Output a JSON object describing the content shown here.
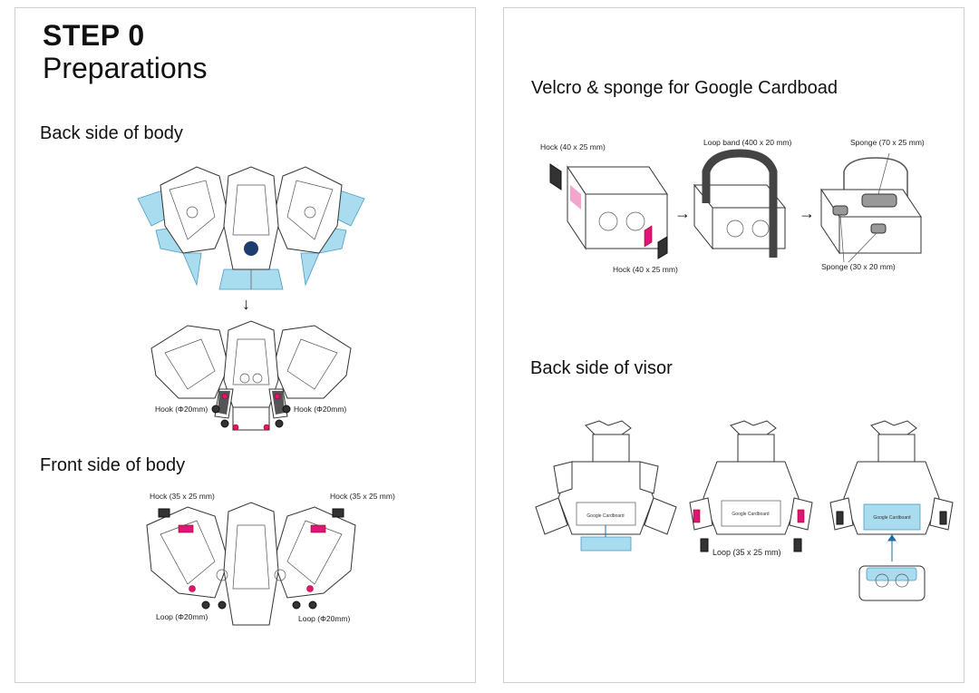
{
  "left": {
    "step": "STEP 0",
    "subtitle": "Preparations",
    "back_body": {
      "heading": "Back side of body",
      "down_arrow": "↓",
      "hook_left": "Hook (Φ20mm)",
      "hook_right": "Hook (Φ20mm)"
    },
    "front_body": {
      "heading": "Front side of body",
      "hock_left": "Hock (35 x 25 mm)",
      "hock_right": "Hock (35 x 25 mm)",
      "loop_left": "Loop (Φ20mm)",
      "loop_right": "Loop (Φ20mm)"
    }
  },
  "right": {
    "velcro": {
      "heading": "Velcro & sponge for Google Cardboad",
      "hock_top": "Hock (40 x 25 mm)",
      "hock_bottom": "Hock (40 x 25 mm)",
      "loop_band": "Loop band (400 x 20 mm)",
      "sponge_large": "Sponge (70 x 25 mm)",
      "sponge_small": "Sponge (30 x 20 mm)",
      "arrow": "→"
    },
    "visor": {
      "heading": "Back side of visor",
      "loop": "Loop (35 x 25 mm)",
      "panel_label": "Google Cardboard"
    }
  },
  "colors": {
    "cyan": "#aadcf0",
    "magenta": "#e0147a",
    "dark": "#333333"
  }
}
